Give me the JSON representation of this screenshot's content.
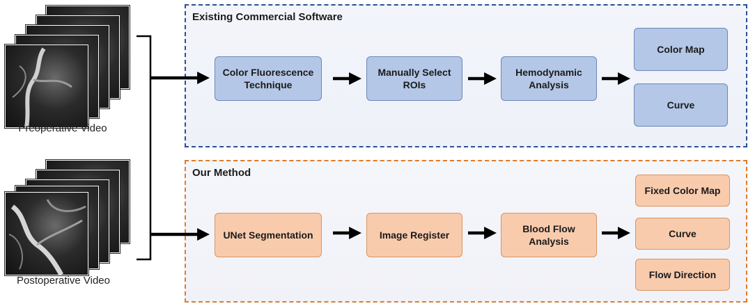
{
  "inputs": {
    "preoperative_label": "Preoperative Video",
    "postoperative_label": "Postoperative Video"
  },
  "existing": {
    "title": "Existing Commercial Software",
    "step1": "Color Fluorescence\nTechnique",
    "step2": "Manually Select\nROIs",
    "step3": "Hemodynamic\nAnalysis",
    "output1": "Color Map",
    "output2": "Curve"
  },
  "ours": {
    "title": "Our Method",
    "step1": "UNet Segmentation",
    "step2": "Image Register",
    "step3": "Blood Flow\nAnalysis",
    "output1": "Fixed Color Map",
    "output2": "Curve",
    "output3": "Flow Direction"
  },
  "colors": {
    "blue_border": "#2a4f95",
    "orange_border": "#e07b28",
    "blue_box": "#b4c7e7",
    "orange_box": "#f8cbad"
  }
}
